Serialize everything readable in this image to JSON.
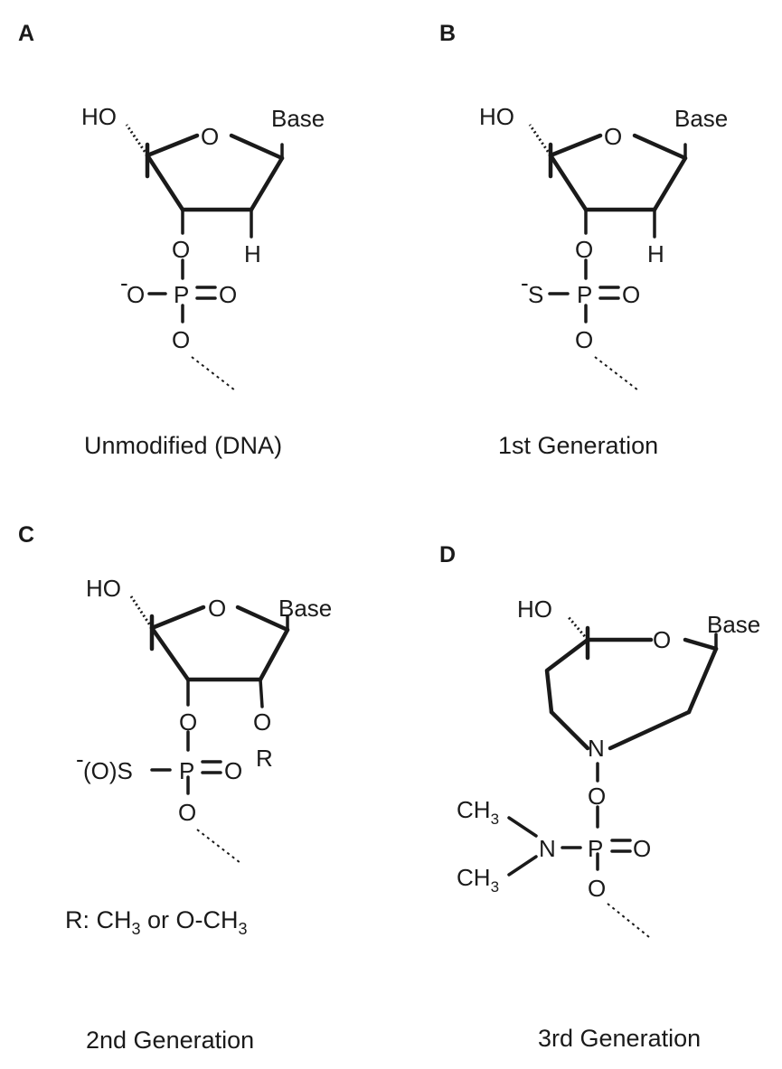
{
  "panels": {
    "a": {
      "letter": "A",
      "caption": "Unmodified (DNA)",
      "atoms": {
        "ho": "HO",
        "o_ring": "O",
        "base": "Base",
        "h": "H",
        "o_link": "O",
        "charge": "-",
        "o_minus": "O",
        "p": "P",
        "o_dbl": "O",
        "o_bottom": "O"
      }
    },
    "b": {
      "letter": "B",
      "caption": "1st Generation",
      "atoms": {
        "ho": "HO",
        "o_ring": "O",
        "base": "Base",
        "h": "H",
        "o_link": "O",
        "charge": "-",
        "s_minus": "S",
        "p": "P",
        "o_dbl": "O",
        "o_bottom": "O"
      }
    },
    "c": {
      "letter": "C",
      "caption": "2nd Generation",
      "atoms": {
        "ho": "HO",
        "o_ring": "O",
        "base": "Base",
        "o_link": "O",
        "o_2prime": "O",
        "r": "R",
        "charge": "-",
        "os": "(O)S",
        "p": "P",
        "o_dbl": "O",
        "o_bottom": "O"
      },
      "note": {
        "prefix": "R: CH",
        "sub1": "3",
        "mid": " or O-CH",
        "sub2": "3"
      }
    },
    "d": {
      "letter": "D",
      "caption": "3rd Generation",
      "atoms": {
        "ho": "HO",
        "o_ring": "O",
        "base": "Base",
        "n_ring": "N",
        "o_link": "O",
        "n_amine": "N",
        "p": "P",
        "o_dbl": "O",
        "o_bottom": "O",
        "ch3_top": "CH",
        "ch3_top_sub": "3",
        "ch3_bottom": "CH",
        "ch3_bottom_sub": "3"
      }
    }
  }
}
